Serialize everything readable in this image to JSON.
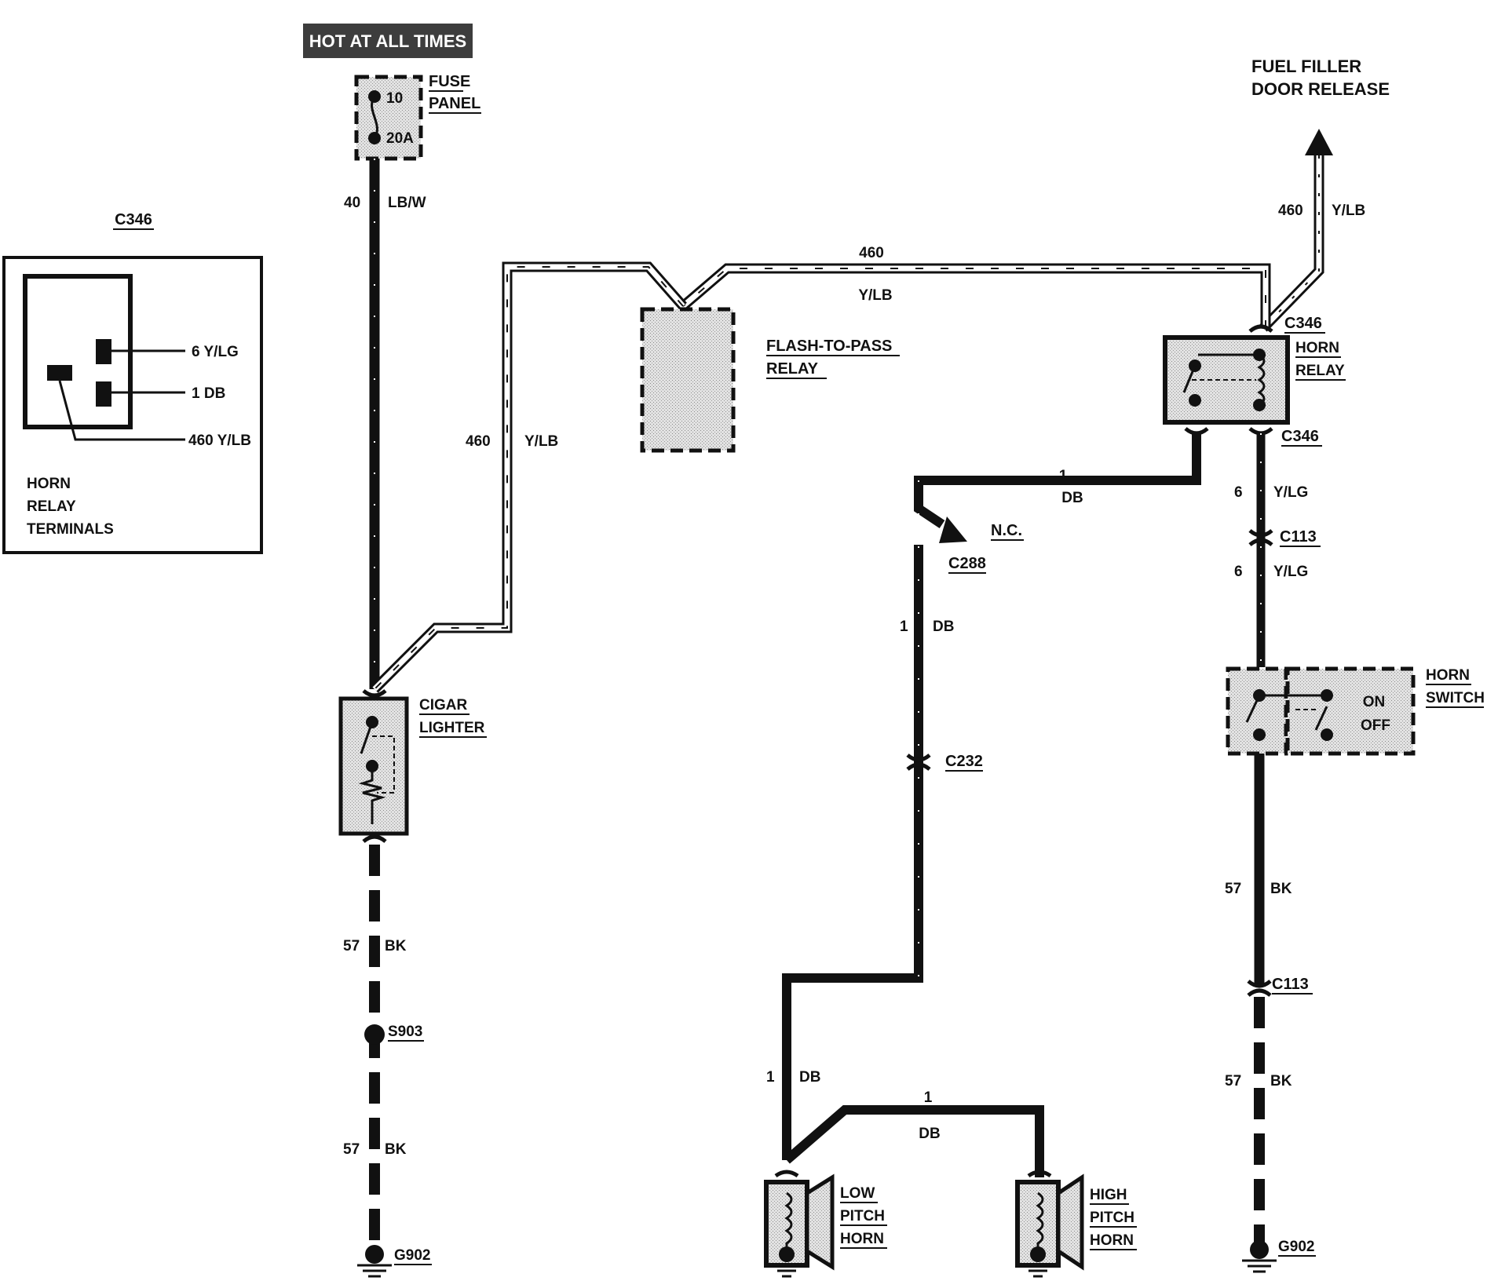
{
  "power": {
    "hot_label": "HOT AT ALL TIMES"
  },
  "fuse": {
    "top": "10",
    "bottom": "20A",
    "label1": "FUSE",
    "label2": "PANEL"
  },
  "fuel": {
    "label1": "FUEL FILLER",
    "label2": "DOOR RELEASE"
  },
  "inset": {
    "title": "C346",
    "pin_a": "6 Y/LG",
    "pin_b": "1 DB",
    "pin_c": "460 Y/LB",
    "caption1": "HORN",
    "caption2": "RELAY",
    "caption3": "TERMINALS"
  },
  "wires": {
    "lbw_num": "40",
    "lbw_color": "LB/W",
    "ylb_num": "460",
    "ylb_color": "Y/LB",
    "ylg_num": "6",
    "ylg_color": "Y/LG",
    "db_num": "1",
    "db_color": "DB",
    "bk_num": "57",
    "bk_color": "BK"
  },
  "components": {
    "flash1": "FLASH-TO-PASS",
    "flash2": "RELAY",
    "horn_relay1": "HORN",
    "horn_relay2": "RELAY",
    "cigar1": "CIGAR",
    "cigar2": "LIGHTER",
    "horn_switch1": "HORN",
    "horn_switch2": "SWITCH",
    "switch_on": "ON",
    "switch_off": "OFF",
    "low1": "LOW",
    "low2": "PITCH",
    "low3": "HORN",
    "high1": "HIGH",
    "high2": "PITCH",
    "high3": "HORN"
  },
  "connectors": {
    "c346": "C346",
    "c113": "C113",
    "c288": "C288",
    "c232": "C232",
    "nc": "N.C.",
    "s903": "S903",
    "g902": "G902"
  }
}
